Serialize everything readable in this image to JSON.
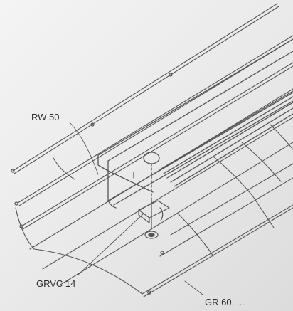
{
  "callouts": {
    "rw50": "RW 50",
    "grvc14": "GRVC 14",
    "gr60": "GR 60, ..."
  },
  "colors": {
    "line": "#555555",
    "background": "#eeeeee"
  }
}
